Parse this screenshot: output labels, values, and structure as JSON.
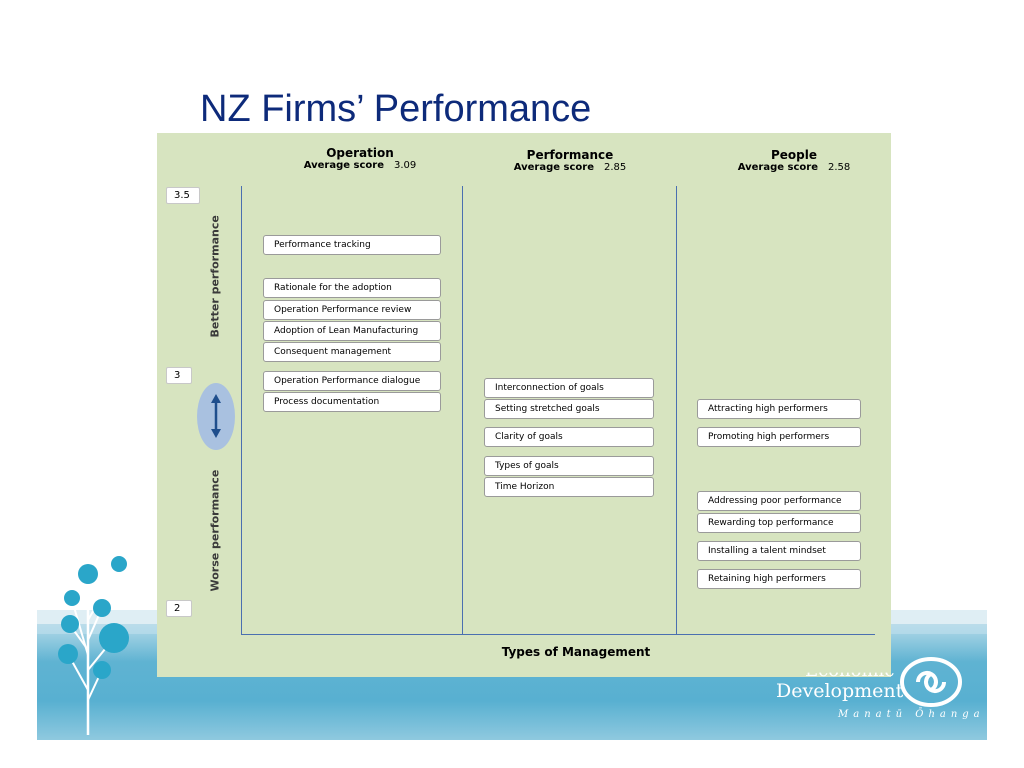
{
  "slide": {
    "title": "NZ Firms’ Performance"
  },
  "columns": [
    {
      "name": "Operation",
      "avg_label": "Average score",
      "avg_value": "3.09"
    },
    {
      "name": "Performance",
      "avg_label": "Average score",
      "avg_value": "2.85"
    },
    {
      "name": "People",
      "avg_label": "Average score",
      "avg_value": "2.58"
    }
  ],
  "axis": {
    "x_label": "Types of Management",
    "ticks": [
      "3.5",
      "3",
      "2"
    ],
    "better_label": "Better performance",
    "worse_label": "Worse performance",
    "arrow_icon": "double-arrow-vertical-icon"
  },
  "items": {
    "operation": [
      "Performance tracking",
      "Rationale for the adoption",
      "Operation Performance review",
      "Adoption of Lean Manufacturing",
      "Consequent management",
      "Operation Performance dialogue",
      "Process documentation"
    ],
    "performance": [
      "Interconnection of goals",
      "Setting stretched goals",
      "Clarity of goals",
      "Types of goals",
      "Time Horizon"
    ],
    "people": [
      "Attracting high performers",
      "Promoting high performers",
      "Addressing poor performance",
      "Rewarding top performance",
      "Installing a talent mindset",
      "Retaining high performers"
    ]
  },
  "logo": {
    "line1": "Economic",
    "line2": "Development",
    "line3": "Manatū Ōhanga",
    "icon": "koru-logo-icon",
    "tree_icon": "tree-graphic-icon",
    "colors": {
      "brand_blue": "#58b0d1",
      "title_navy": "#0d2a7a",
      "panel_green": "#d7e4c0"
    }
  }
}
